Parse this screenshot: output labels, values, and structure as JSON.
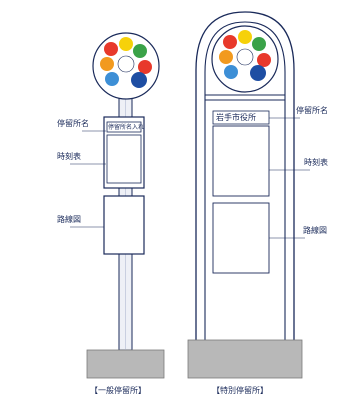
{
  "labels": {
    "left_name": "停留所名",
    "left_timetable": "時刻表",
    "left_route": "路線図",
    "right_name": "停留所名",
    "right_timetable": "時刻表",
    "right_route": "路線図",
    "left_panel_text": "停留所名入れ",
    "right_panel_text": "岩手市役所"
  },
  "captions": {
    "left": "【一般停留所】",
    "right": "【特別停留所】"
  },
  "signs": {
    "left_colors": [
      "#e8392b",
      "#f29a1f",
      "#f6d10a",
      "#3aa248",
      "#1e4ea3",
      "#3d8fd6",
      "#e8392b"
    ],
    "right_colors": [
      "#e8392b",
      "#f29a1f",
      "#f6d10a",
      "#3aa248",
      "#1e4ea3",
      "#3d8fd6",
      "#e8392b"
    ]
  },
  "colors": {
    "line": "#1a2a5a",
    "pole": "#e9ecf5",
    "base": "#b8b8b8"
  }
}
